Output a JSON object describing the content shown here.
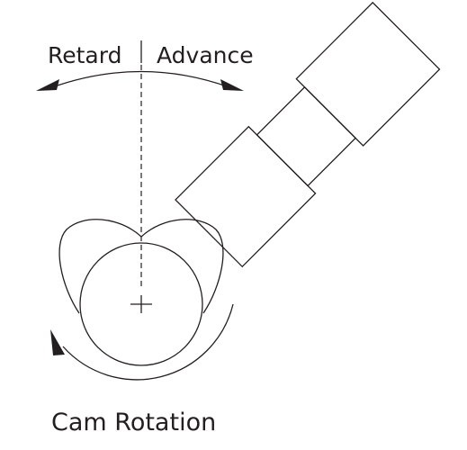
{
  "labels": {
    "retard": "Retard",
    "advance": "Advance",
    "cam_rotation": "Cam Rotation"
  },
  "colors": {
    "line": "#231f20",
    "background": "#ffffff"
  }
}
